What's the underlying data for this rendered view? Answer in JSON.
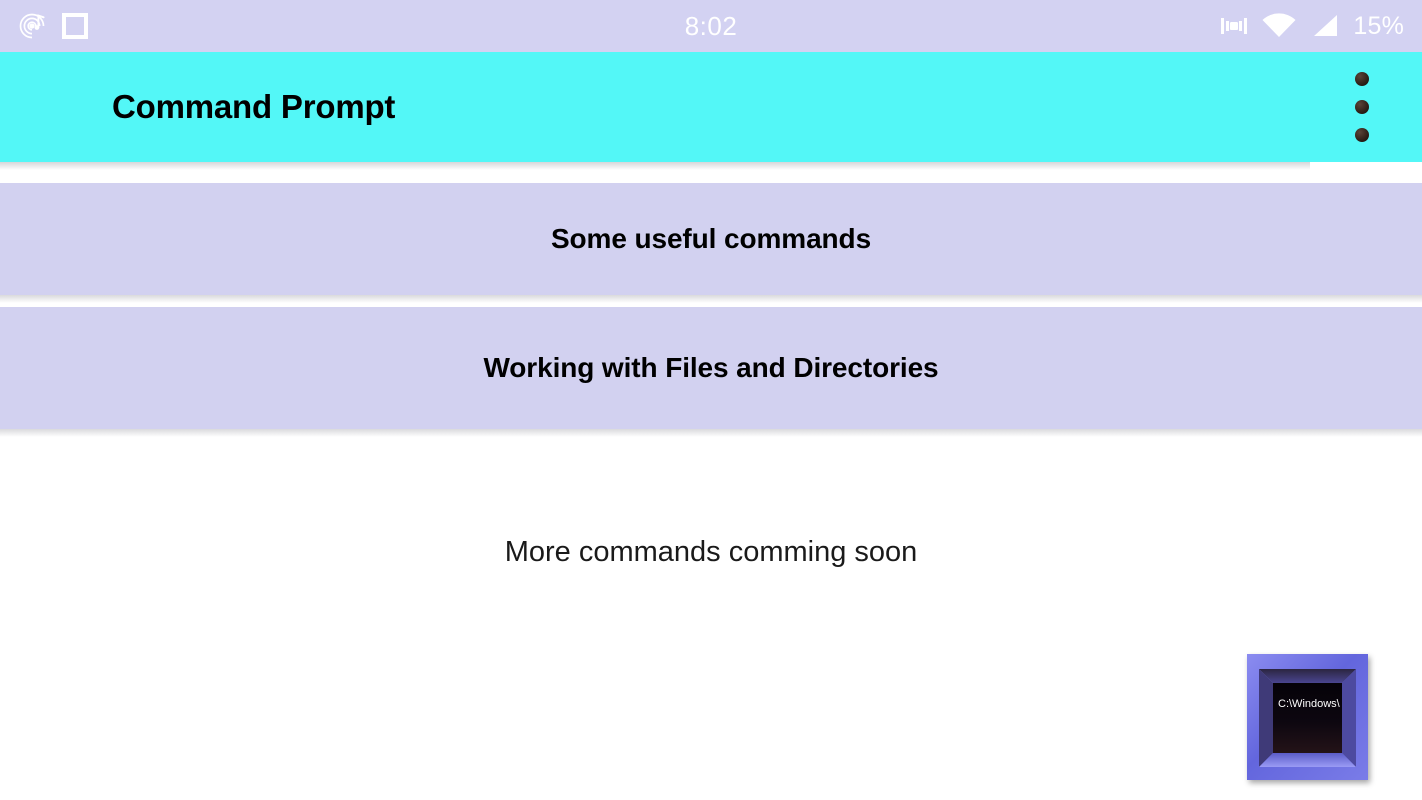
{
  "status_bar": {
    "time": "8:02",
    "battery": "15%",
    "background_color": "#d3d2f2",
    "icon_color": "#ffffff",
    "left_icons": [
      {
        "name": "music-disc-icon"
      },
      {
        "name": "screenshot-square-icon"
      }
    ],
    "right_icons": [
      {
        "name": "vibrate-icon"
      },
      {
        "name": "wifi-icon"
      },
      {
        "name": "cellular-signal-icon"
      }
    ]
  },
  "app_bar": {
    "title": "Command Prompt",
    "background_color": "#53f7f7",
    "title_color": "#000000",
    "overflow_menu_name": "more-options"
  },
  "main": {
    "background_color": "#ffffff",
    "buttons": [
      {
        "id": "useful",
        "label": "Some useful commands",
        "color": "#d2d1f0"
      },
      {
        "id": "files",
        "label": "Working with Files and Directories",
        "color": "#d2d1f0"
      }
    ],
    "notice": "More commands comming soon",
    "cmd_icon": {
      "name": "command-prompt-icon",
      "screen_text": "C:\\Windows\\",
      "frame_color": "#6a6ce0",
      "screen_color": "#0a0508"
    }
  }
}
